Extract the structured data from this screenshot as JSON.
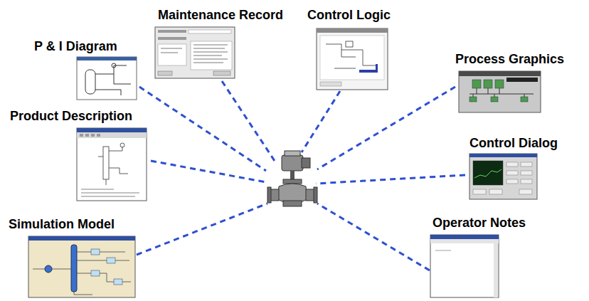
{
  "diagram": {
    "nodes": [
      {
        "text": [
          "Maintenance Record"
        ]
      },
      {
        "text": [
          "Control Logic"
        ]
      },
      {
        "text": [
          "P & I Diagram"
        ]
      },
      {
        "text": [
          "Process Graphics"
        ]
      },
      {
        "text": [
          "Product Description"
        ]
      },
      {
        "text": [
          "Control Dialog"
        ]
      },
      {
        "text": [
          "Simulation Model"
        ]
      },
      {
        "text": [
          "Operator Notes"
        ]
      }
    ]
  }
}
